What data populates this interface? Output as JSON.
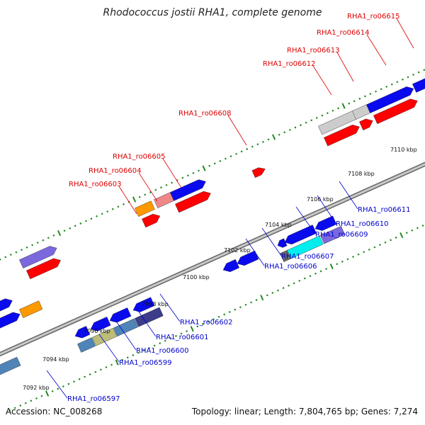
{
  "title": "Rhodococcus jostii RHA1, complete genome",
  "accession": "Accession: NC_008268",
  "topology": "Topology: linear; Length: 7,804,765 bp; Genes: 7,274",
  "colors": {
    "backbone": "#999999",
    "tick": "#228822",
    "label_top": "#dd0000",
    "label_bottom": "#0000cc",
    "blue": "#0a0aee",
    "red": "#ff0000",
    "orange": "#ff9900",
    "pink": "#ee8888",
    "grey": "#cccccc",
    "periwinkle": "#7b68dd",
    "steel": "#4f84b8",
    "khaki": "#bdbd7a",
    "navy": "#3c3c8a",
    "cyan": "#00eeee",
    "darkgrey": "#666666"
  },
  "kbp_labels": [
    "7092 kbp",
    "7094 kbp",
    "7096 kbp",
    "7098 kbp",
    "7100 kbp",
    "7102 kbp",
    "7104 kbp",
    "7106 kbp",
    "7108 kbp",
    "7110 kbp"
  ],
  "gene_labels_top": [
    "RHA1_ro06603",
    "RHA1_ro06604",
    "RHA1_ro06605",
    "RHA1_ro06608",
    "RHA1_ro06612",
    "RHA1_ro06613",
    "RHA1_ro06614",
    "RHA1_ro06615"
  ],
  "gene_labels_bottom": [
    "RHA1_ro06597",
    "RHA1_ro06599",
    "RHA1_ro06600",
    "RHA1_ro06601",
    "RHA1_ro06602",
    "RHA1_ro06606",
    "RHA1_ro06607",
    "RHA1_ro06609",
    "RHA1_ro06610",
    "RHA1_ro06611"
  ]
}
